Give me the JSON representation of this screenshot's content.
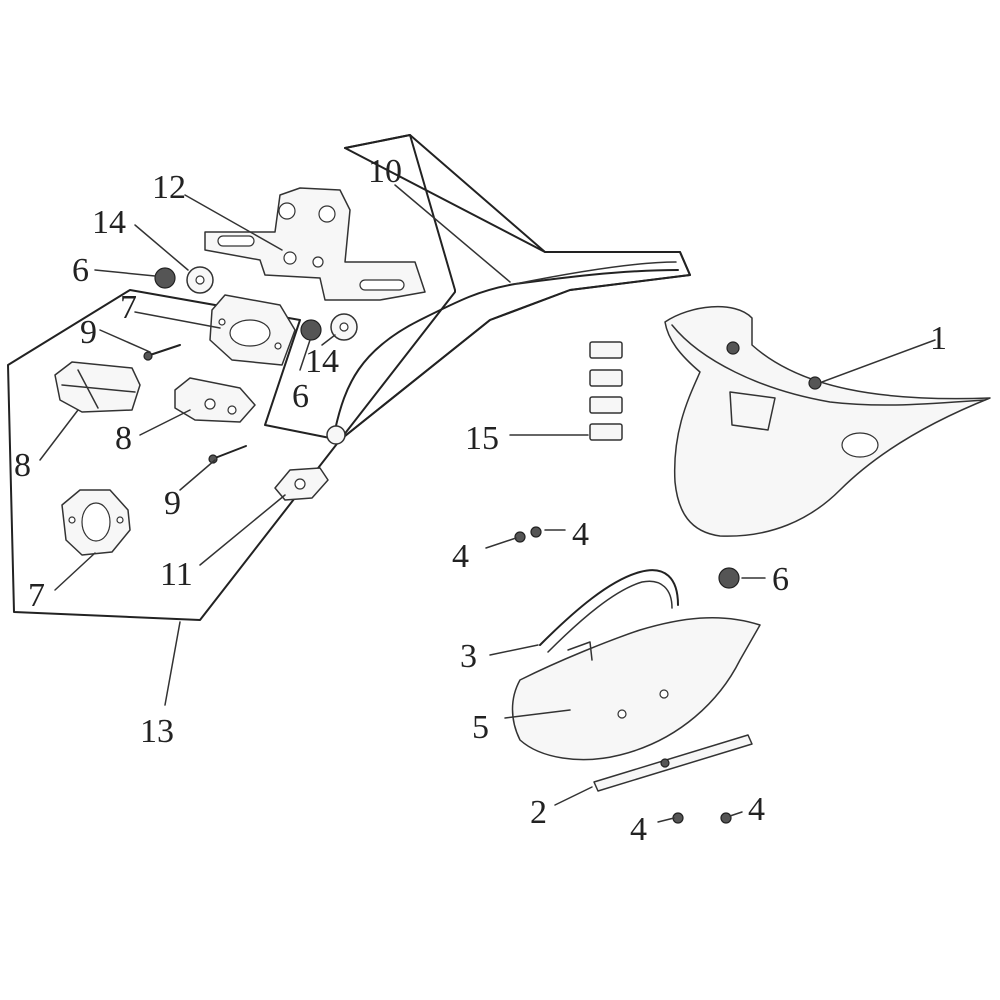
{
  "callouts": {
    "c1": "1",
    "c2": "2",
    "c3": "3",
    "c4a": "4",
    "c4b": "4",
    "c4c": "4",
    "c4d": "4",
    "c5": "5",
    "c6a": "6",
    "c6b": "6",
    "c6c": "6",
    "c7a": "7",
    "c7b": "7",
    "c8a": "8",
    "c8b": "8",
    "c9a": "9",
    "c9b": "9",
    "c10": "10",
    "c11": "11",
    "c12": "12",
    "c13": "13",
    "c14a": "14",
    "c14b": "14",
    "c15": "15"
  },
  "colors": {
    "ink": "#222222",
    "paper": "#ffffff",
    "part_fill": "#f7f7f7"
  }
}
